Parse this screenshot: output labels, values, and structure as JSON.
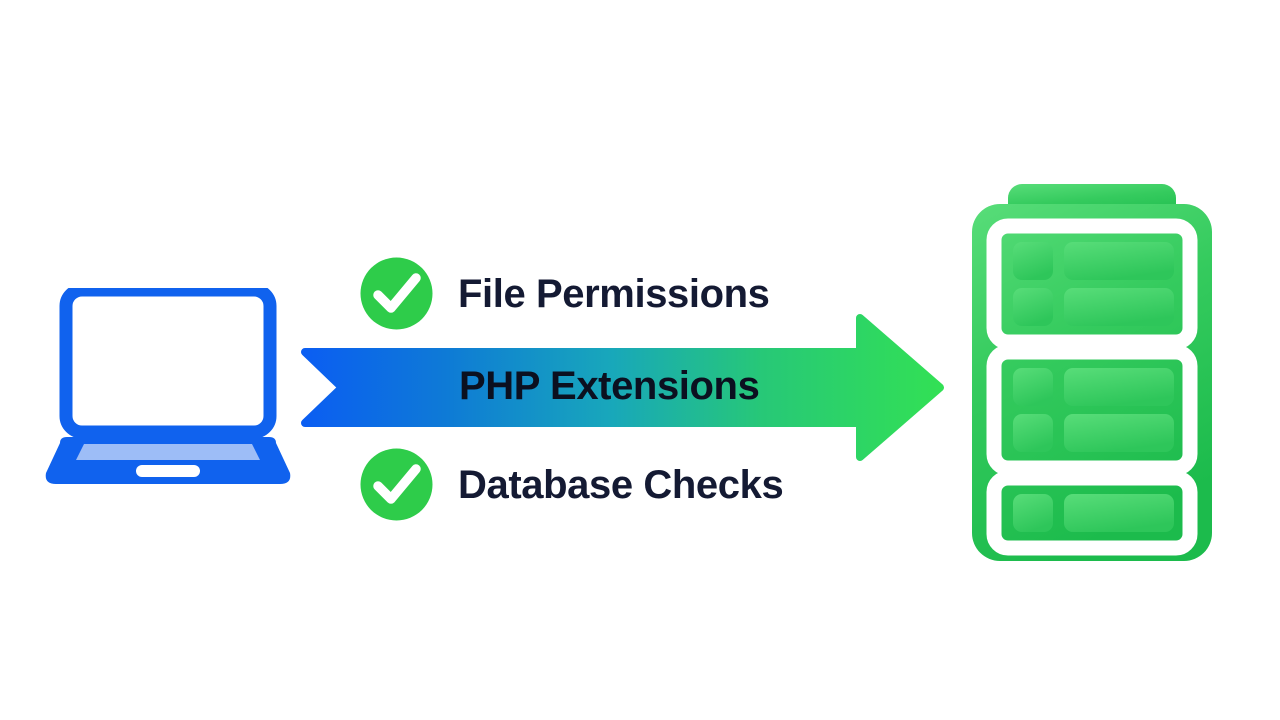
{
  "scene": {
    "title": "Deployment compatibility check flow",
    "background_color": "#ffffff"
  },
  "source": {
    "icon": "laptop-icon",
    "name": "Local machine",
    "colors": {
      "body": "#1062ee",
      "screen_fill": "#ffffff",
      "keyboard_strip": "#9dbdf7",
      "touchpad": "#ffffff"
    }
  },
  "checks": [
    {
      "id": "file-permissions",
      "label": "File Permissions",
      "status_icon": "check-circle-icon",
      "status": "passed",
      "on_arrow": false
    },
    {
      "id": "php-extensions",
      "label": "PHP Extensions",
      "status_icon": "arrow-right-icon",
      "status": "in-transit",
      "on_arrow": true
    },
    {
      "id": "database-checks",
      "label": "Database Checks",
      "status_icon": "check-circle-icon",
      "status": "passed",
      "on_arrow": false
    }
  ],
  "arrow": {
    "icon": "arrow-right-icon",
    "direction": "left-to-right",
    "label": "PHP Extensions",
    "gradient_start": "#0b62f0",
    "gradient_mid": "#17a3c0",
    "gradient_end": "#2ed94f"
  },
  "target": {
    "icon": "server-rack-icon",
    "name": "Server",
    "bays": [
      {
        "rows": [
          {
            "led": true,
            "bar": true
          },
          {
            "led": true,
            "bar": true
          }
        ]
      },
      {
        "rows": [
          {
            "led": true,
            "bar": true
          },
          {
            "led": true,
            "bar": true
          }
        ]
      },
      {
        "rows": [
          {
            "led": true,
            "bar": true
          }
        ]
      }
    ],
    "colors": {
      "gradient_top": "#4fd972",
      "gradient_bottom": "#1fbf50",
      "frame": "#ffffff"
    }
  },
  "palette": {
    "check_green": "#2ecc4a",
    "text_navy": "#141a33",
    "blue": "#1062ee",
    "green": "#2ed94f"
  }
}
